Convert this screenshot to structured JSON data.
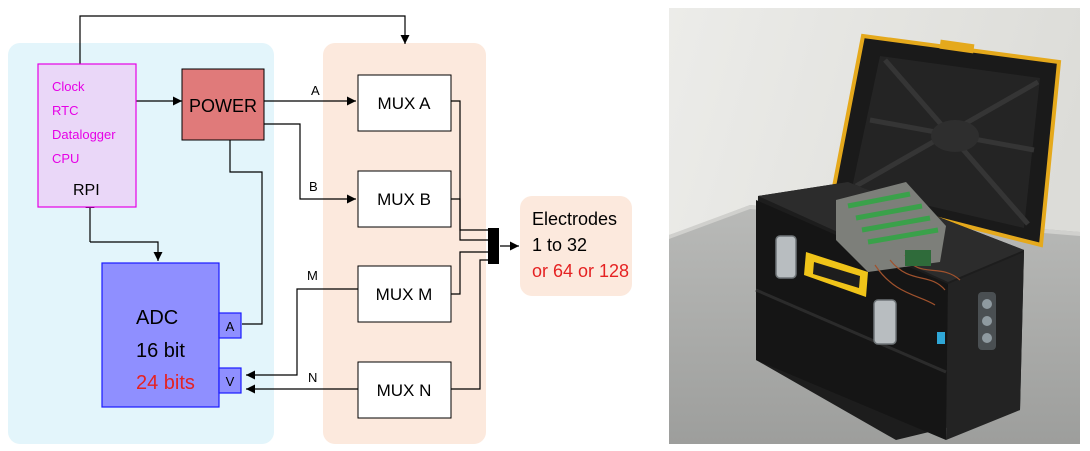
{
  "diagram": {
    "rpi": {
      "functions": [
        "Clock",
        "RTC",
        "Datalogger",
        "CPU"
      ],
      "name": "RPI"
    },
    "power": {
      "label": "POWER"
    },
    "adc": {
      "title": "ADC",
      "bits": "16 bit",
      "bits_alt": "24 bits",
      "port_a": "A",
      "port_v": "V"
    },
    "mux": [
      {
        "label": "MUX A",
        "line": "A"
      },
      {
        "label": "MUX B",
        "line": "B"
      },
      {
        "label": "MUX M",
        "line": "M"
      },
      {
        "label": "MUX N",
        "line": "N"
      }
    ],
    "electrodes": {
      "title": "Electrodes",
      "range": "1 to 32",
      "range_alt": "or 64 or 128"
    },
    "colors": {
      "controller_bg": "#e3f5fb",
      "mux_bg": "#fce9dd",
      "rpi_fill": "#ead7f8",
      "rpi_border": "#e600e6",
      "function_text": "#e600e6",
      "power_fill": "#e07a7a",
      "adc_fill": "#8f8fff",
      "adc_border": "#1a1aff",
      "alt_text": "#e52222"
    }
  }
}
